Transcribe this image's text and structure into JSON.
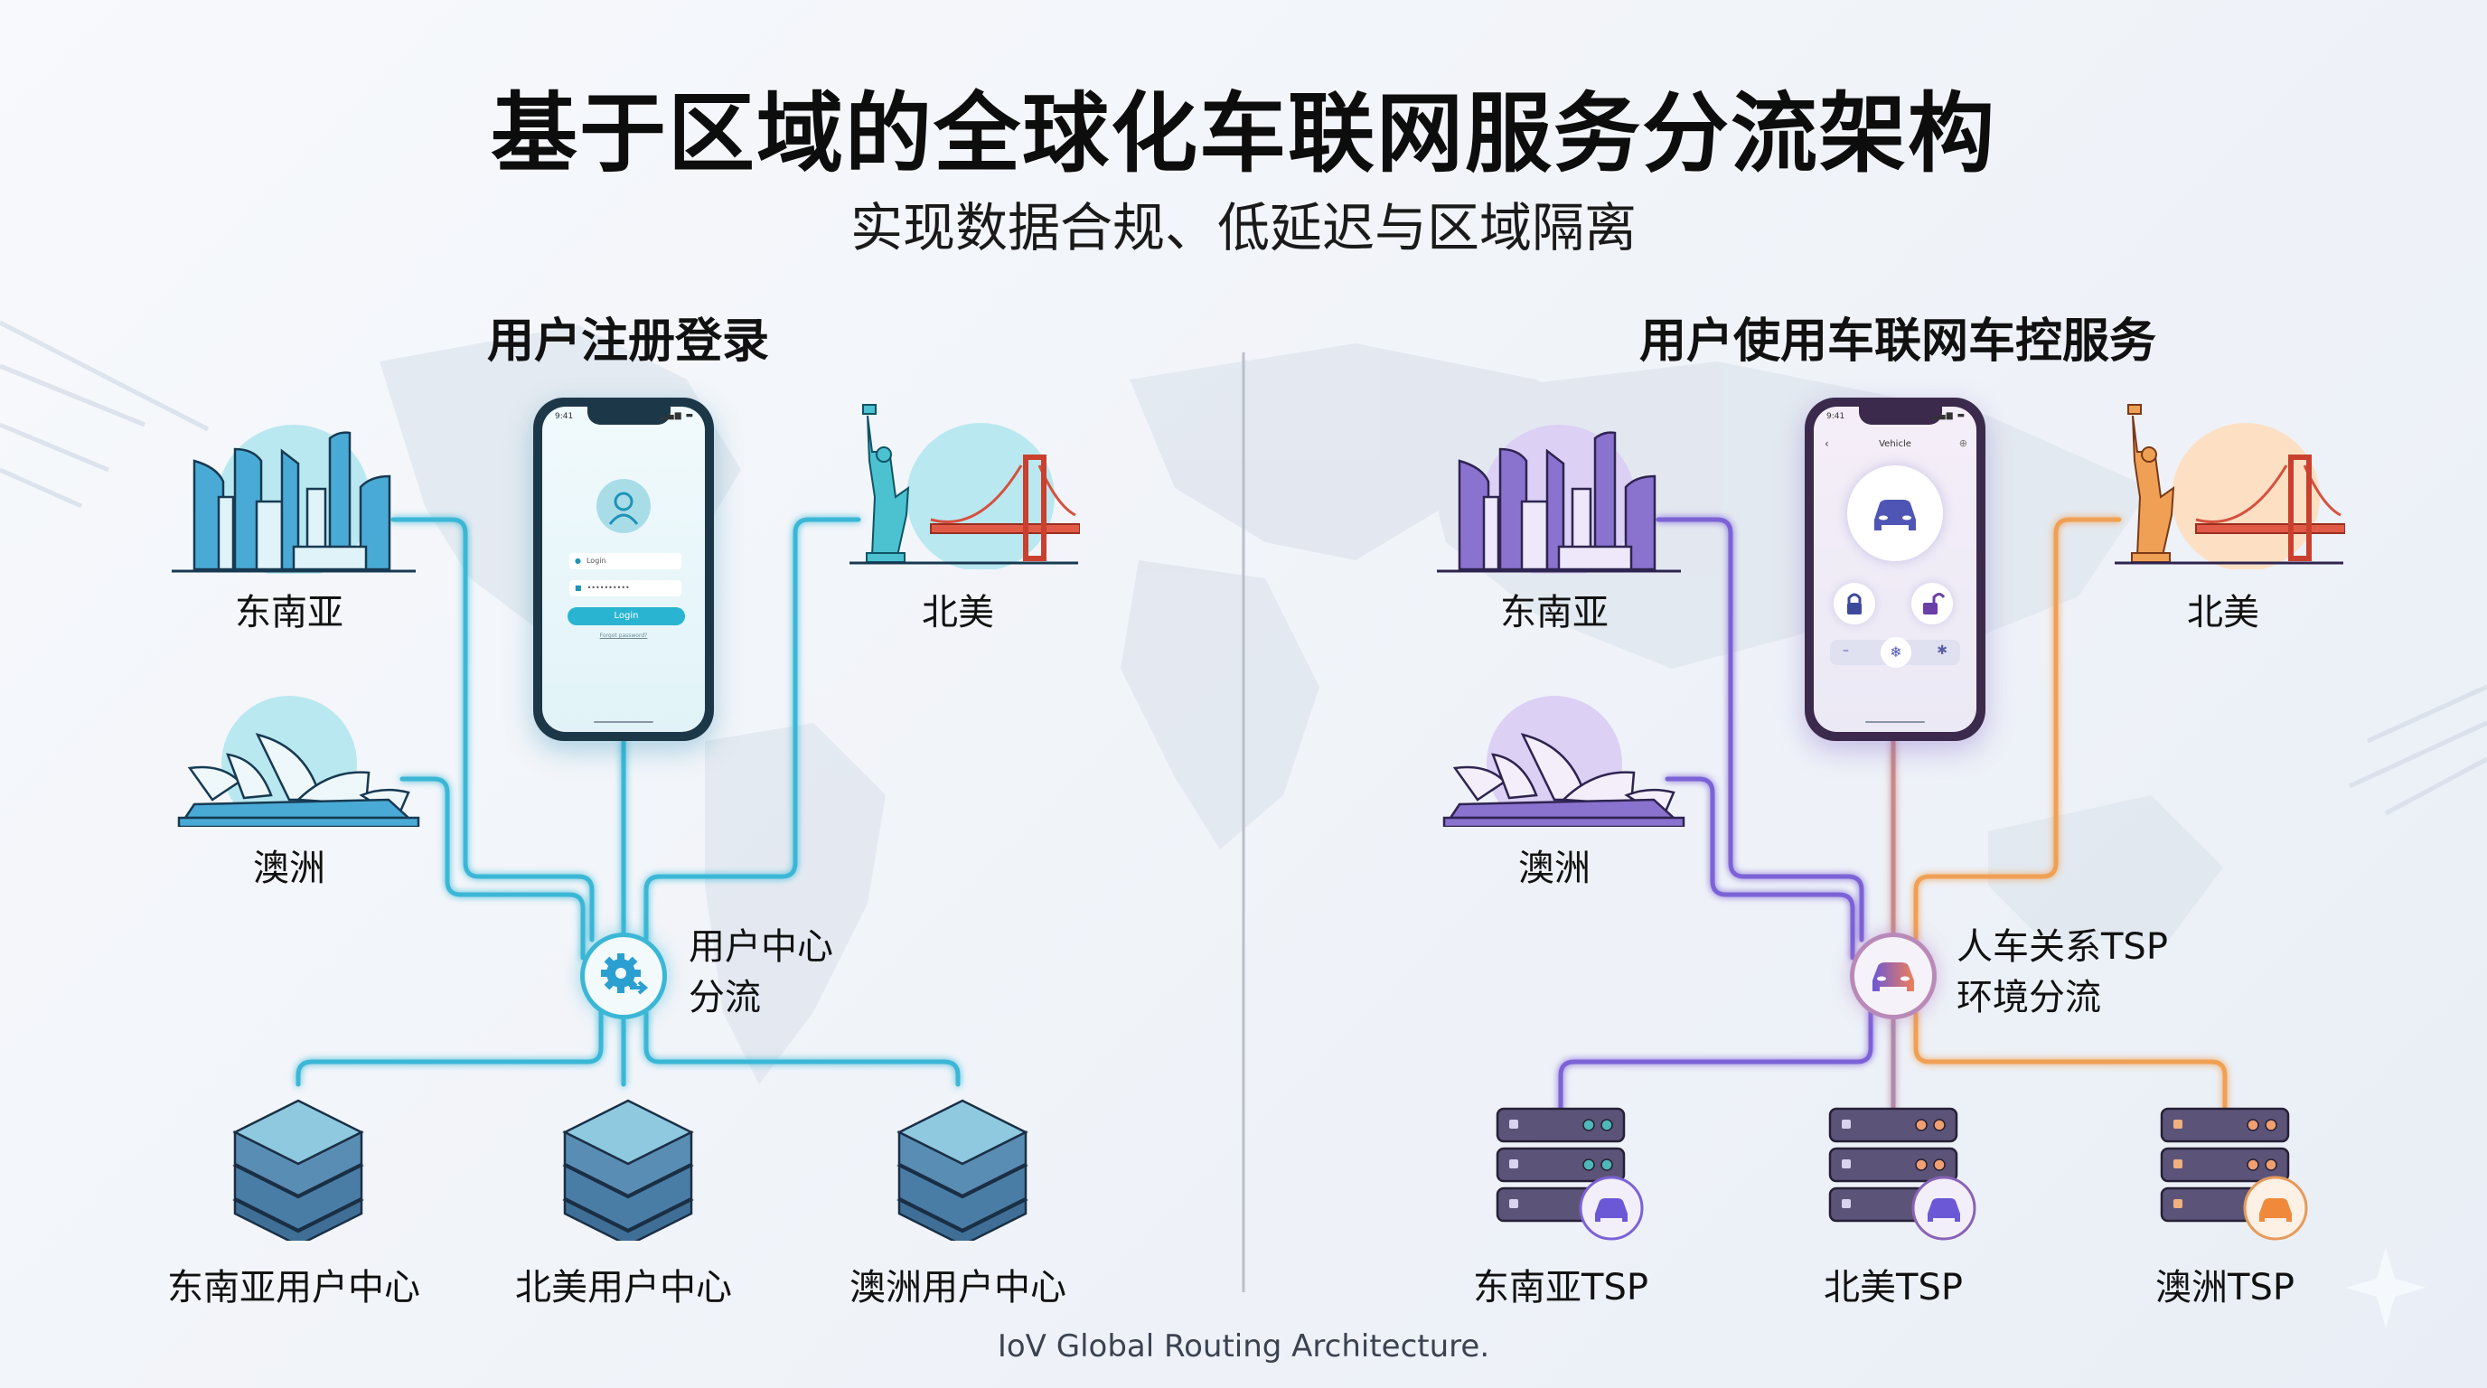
{
  "title": "基于区域的全球化车联网服务分流架构",
  "subtitle": "实现数据合规、低延迟与区域隔离",
  "footer": "IoV Global Routing Architecture.",
  "colors": {
    "left_accent": "#3bb7d6",
    "right_purple": "#7b62d6",
    "right_orange": "#f0a055",
    "right_mid": "#c98a8a",
    "divider": "#b9bfca"
  },
  "left": {
    "section_title": "用户注册登录",
    "regions": [
      {
        "label": "东南亚",
        "icon": "city-skyline-icon"
      },
      {
        "label": "北美",
        "icon": "statue-of-liberty-bridge-icon"
      },
      {
        "label": "澳洲",
        "icon": "sydney-opera-house-icon"
      }
    ],
    "phone": {
      "time": "9:41",
      "username_placeholder": "Login",
      "password_mask": "••••••••••",
      "button_label": "Login",
      "forgot_link": "Forgot password?"
    },
    "hub": {
      "line1": "用户中心",
      "line2": "分流",
      "icon": "gear-arrow-icon"
    },
    "servers": [
      {
        "label": "东南亚用户中心"
      },
      {
        "label": "北美用户中心"
      },
      {
        "label": "澳洲用户中心"
      }
    ]
  },
  "right": {
    "section_title": "用户使用车联网车控服务",
    "regions": [
      {
        "label": "东南亚",
        "icon": "city-skyline-icon"
      },
      {
        "label": "北美",
        "icon": "statue-of-liberty-bridge-icon"
      },
      {
        "label": "澳洲",
        "icon": "sydney-opera-house-icon"
      }
    ],
    "phone": {
      "time": "9:41",
      "screen_title": "Vehicle"
    },
    "hub": {
      "line1": "人车关系TSP",
      "line2": "环境分流",
      "icon": "car-icon"
    },
    "servers": [
      {
        "label": "东南亚TSP"
      },
      {
        "label": "北美TSP"
      },
      {
        "label": "澳洲TSP"
      }
    ]
  }
}
